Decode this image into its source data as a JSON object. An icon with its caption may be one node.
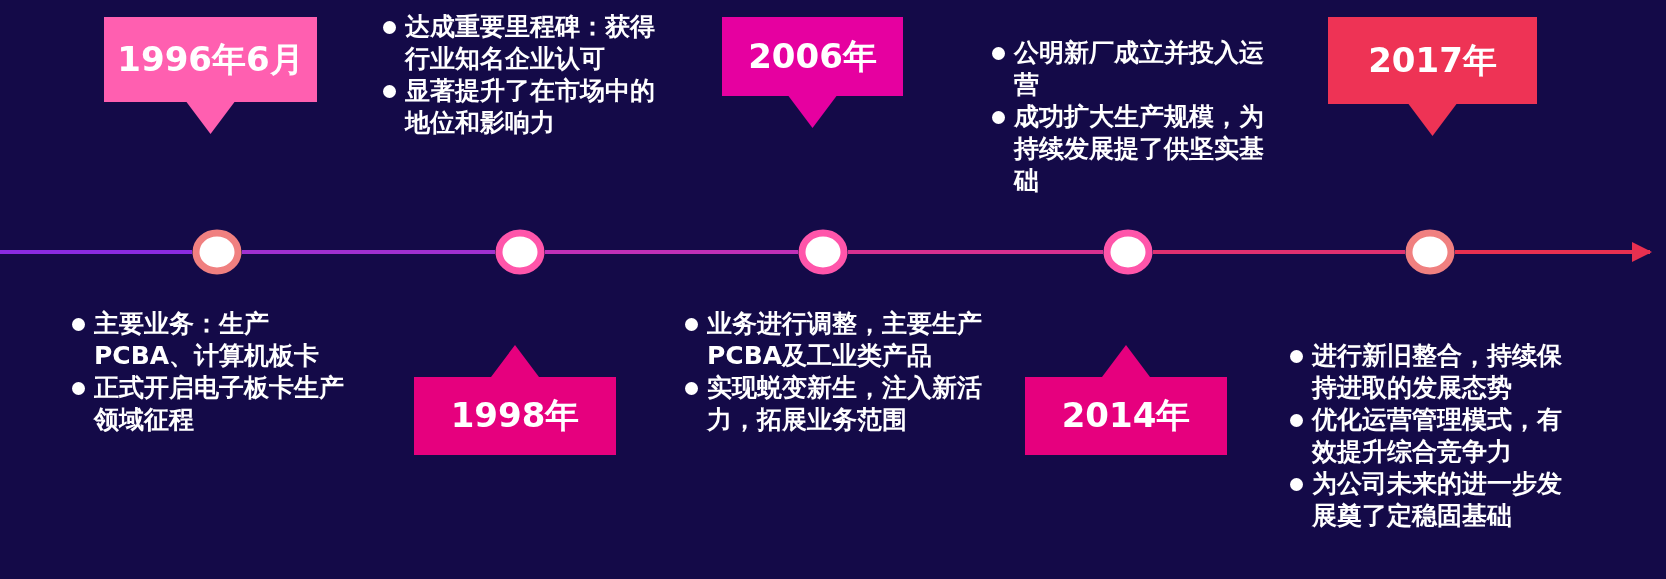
{
  "diagram": {
    "nodes": [
      {
        "text": [
          "1996年6月"
        ],
        "beside": [
          "主要业务：生产PCBA、计算机板卡",
          "正式开启电子板卡生产领域征程"
        ]
      },
      {
        "text": [
          "1998年"
        ],
        "beside": [
          "达成重要里程碑：获得行业知名企业认可",
          "显著提升了在市场中的地位和影响力"
        ]
      },
      {
        "text": [
          "2006年"
        ],
        "beside": [
          "业务进行调整，主要生产PCBA及工业类产品",
          "实现蜕变新生，注入新活力，拓展业务范围"
        ]
      },
      {
        "text": [
          "2014年"
        ],
        "beside": [
          "公明新厂成立并投入运营",
          "成功扩大生产规模，为持续发展提了供坚实基础"
        ]
      },
      {
        "text": [
          "2017年"
        ],
        "beside": [
          "进行新旧整合，持续保持进取的发展态势",
          "优化运营管理模式，有效提升综合竞争力",
          "为公司未来的进一步发展奠了定稳固基础"
        ]
      },
      {
        "text": [],
        "shape": "circle"
      },
      {
        "text": [],
        "shape": "circle"
      },
      {
        "text": [],
        "shape": "circle"
      },
      {
        "text": [],
        "shape": "circle"
      },
      {
        "text": [],
        "shape": "circle"
      }
    ],
    "edges": [
      {
        "from": null,
        "to": 5,
        "arrow": "none",
        "color": "#8a2be2"
      },
      {
        "from": 5,
        "to": 6,
        "arrow": "none",
        "color": "#a030d0"
      },
      {
        "from": 6,
        "to": 7,
        "arrow": "none",
        "color": "#c030b8"
      },
      {
        "from": 7,
        "to": 8,
        "arrow": "none",
        "color": "#d83090"
      },
      {
        "from": 8,
        "to": 9,
        "arrow": "none",
        "color": "#e03070"
      },
      {
        "from": 9,
        "to": null,
        "arrow": "to",
        "color": "#e83050"
      }
    ]
  }
}
